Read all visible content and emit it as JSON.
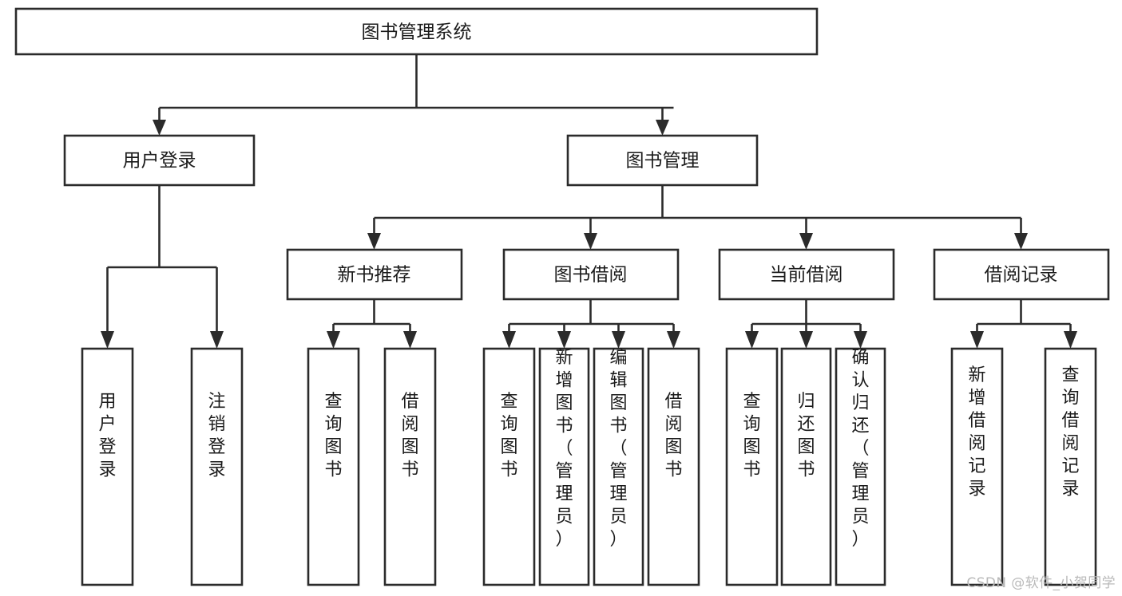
{
  "diagram": {
    "type": "tree-hierarchy",
    "orientation": "top-down",
    "root": {
      "id": "root",
      "label": "图书管理系统"
    },
    "level2": [
      {
        "id": "user-login",
        "label": "用户登录"
      },
      {
        "id": "book-management",
        "label": "图书管理"
      }
    ],
    "level3": [
      {
        "id": "new-book-recommend",
        "label": "新书推荐",
        "parent": "book-management"
      },
      {
        "id": "book-borrow",
        "label": "图书借阅",
        "parent": "book-management"
      },
      {
        "id": "current-borrow",
        "label": "当前借阅",
        "parent": "book-management"
      },
      {
        "id": "borrow-record",
        "label": "借阅记录",
        "parent": "book-management"
      }
    ],
    "leaves": [
      {
        "id": "leaf-user-login",
        "label": "用户登录",
        "parent": "user-login"
      },
      {
        "id": "leaf-user-logout",
        "label": "注销登录",
        "parent": "user-login"
      },
      {
        "id": "leaf-query-book-1",
        "label": "查询图书",
        "parent": "new-book-recommend"
      },
      {
        "id": "leaf-borrow-book-1",
        "label": "借阅图书",
        "parent": "new-book-recommend"
      },
      {
        "id": "leaf-query-book-2",
        "label": "查询图书",
        "parent": "book-borrow"
      },
      {
        "id": "leaf-add-book",
        "label": "新增图书（管理员）",
        "parent": "book-borrow"
      },
      {
        "id": "leaf-edit-book",
        "label": "编辑图书（管理员）",
        "parent": "book-borrow"
      },
      {
        "id": "leaf-borrow-book-2",
        "label": "借阅图书",
        "parent": "book-borrow"
      },
      {
        "id": "leaf-query-book-3",
        "label": "查询图书",
        "parent": "current-borrow"
      },
      {
        "id": "leaf-return-book",
        "label": "归还图书",
        "parent": "current-borrow"
      },
      {
        "id": "leaf-confirm-return",
        "label": "确认归还（管理员）",
        "parent": "current-borrow"
      },
      {
        "id": "leaf-add-record",
        "label": "新增借阅记录",
        "parent": "borrow-record"
      },
      {
        "id": "leaf-query-record",
        "label": "查询借阅记录",
        "parent": "borrow-record"
      }
    ],
    "colors": {
      "stroke": "#2b2b2b",
      "fill": "#ffffff",
      "text": "#1b1b1b",
      "background": "#ffffff",
      "watermark": "#b9b9b9"
    }
  },
  "watermark": {
    "text": "CSDN @软件_小贺同学"
  }
}
